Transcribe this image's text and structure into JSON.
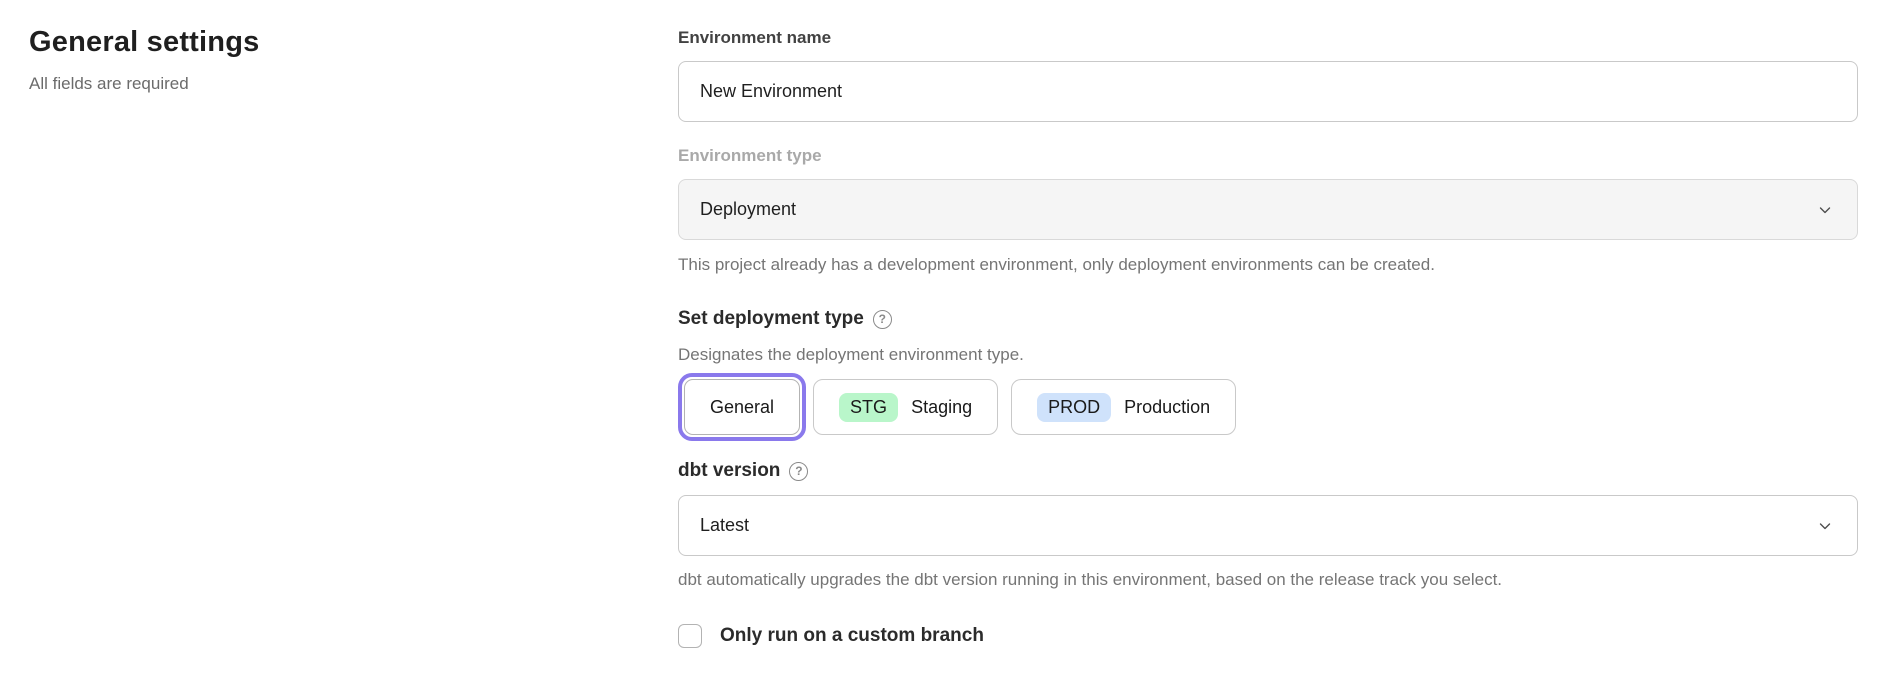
{
  "page": {
    "title": "General settings",
    "subtitle": "All fields are required"
  },
  "form": {
    "environment_name": {
      "label": "Environment name",
      "value": "New Environment"
    },
    "environment_type": {
      "label": "Environment type",
      "value": "Deployment",
      "disabled": true,
      "helper": "This project already has a development environment, only deployment environments can be created."
    },
    "deployment_type": {
      "label": "Set deployment type",
      "helper": "Designates the deployment environment type.",
      "options": [
        {
          "label": "General",
          "selected": true
        },
        {
          "badge": "STG",
          "label": "Staging",
          "badge_color": "#b9f6ca",
          "selected": false
        },
        {
          "badge": "PROD",
          "label": "Production",
          "badge_color": "#cfe2fb",
          "selected": false
        }
      ]
    },
    "dbt_version": {
      "label": "dbt version",
      "value": "Latest",
      "helper": "dbt automatically upgrades the dbt version running in this environment, based on the release track you select."
    },
    "custom_branch": {
      "label": "Only run on a custom branch",
      "checked": false
    }
  },
  "icons": {
    "help_glyph": "?"
  },
  "colors": {
    "accent_purple": "#8a79ec",
    "staging_badge": "#b9f6ca",
    "production_badge": "#cfe2fb",
    "disabled_field_bg": "#f5f5f5"
  }
}
